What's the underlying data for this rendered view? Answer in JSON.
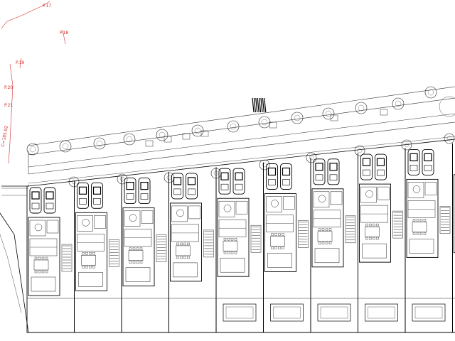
{
  "plan": {
    "survey_labels": [
      "P.17",
      "P.18",
      "P.19",
      "P.20",
      "P.21"
    ],
    "side_label": "C=185,92",
    "units_count": 10
  }
}
